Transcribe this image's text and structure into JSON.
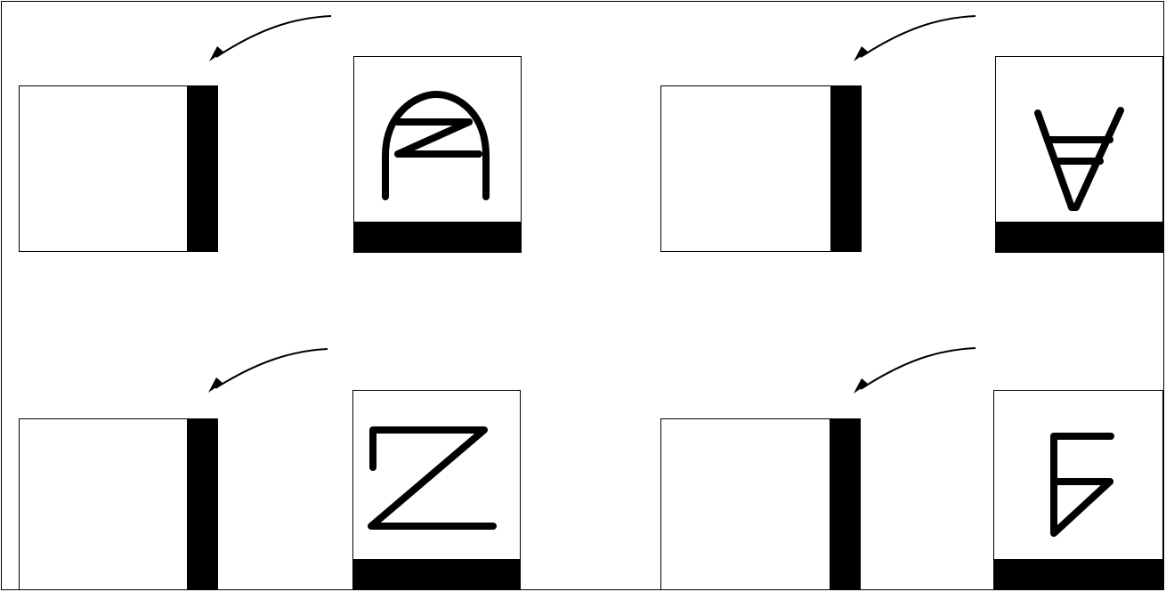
{
  "figure": {
    "type": "transformation diagram",
    "colors": {
      "stroke": "#000000",
      "bar": "#000000",
      "background": "#ffffff"
    },
    "panels": [
      {
        "name": "top-left",
        "source_bar_side": "right",
        "target_bar_side": "bottom",
        "glyph": "dome-with-z"
      },
      {
        "name": "top-right",
        "source_bar_side": "right",
        "target_bar_side": "bottom",
        "glyph": "inverted-a"
      },
      {
        "name": "bottom-left",
        "source_bar_side": "right",
        "target_bar_side": "bottom",
        "glyph": "z-shape"
      },
      {
        "name": "bottom-right",
        "source_bar_side": "right",
        "target_bar_side": "bottom",
        "glyph": "b-flag"
      }
    ]
  }
}
